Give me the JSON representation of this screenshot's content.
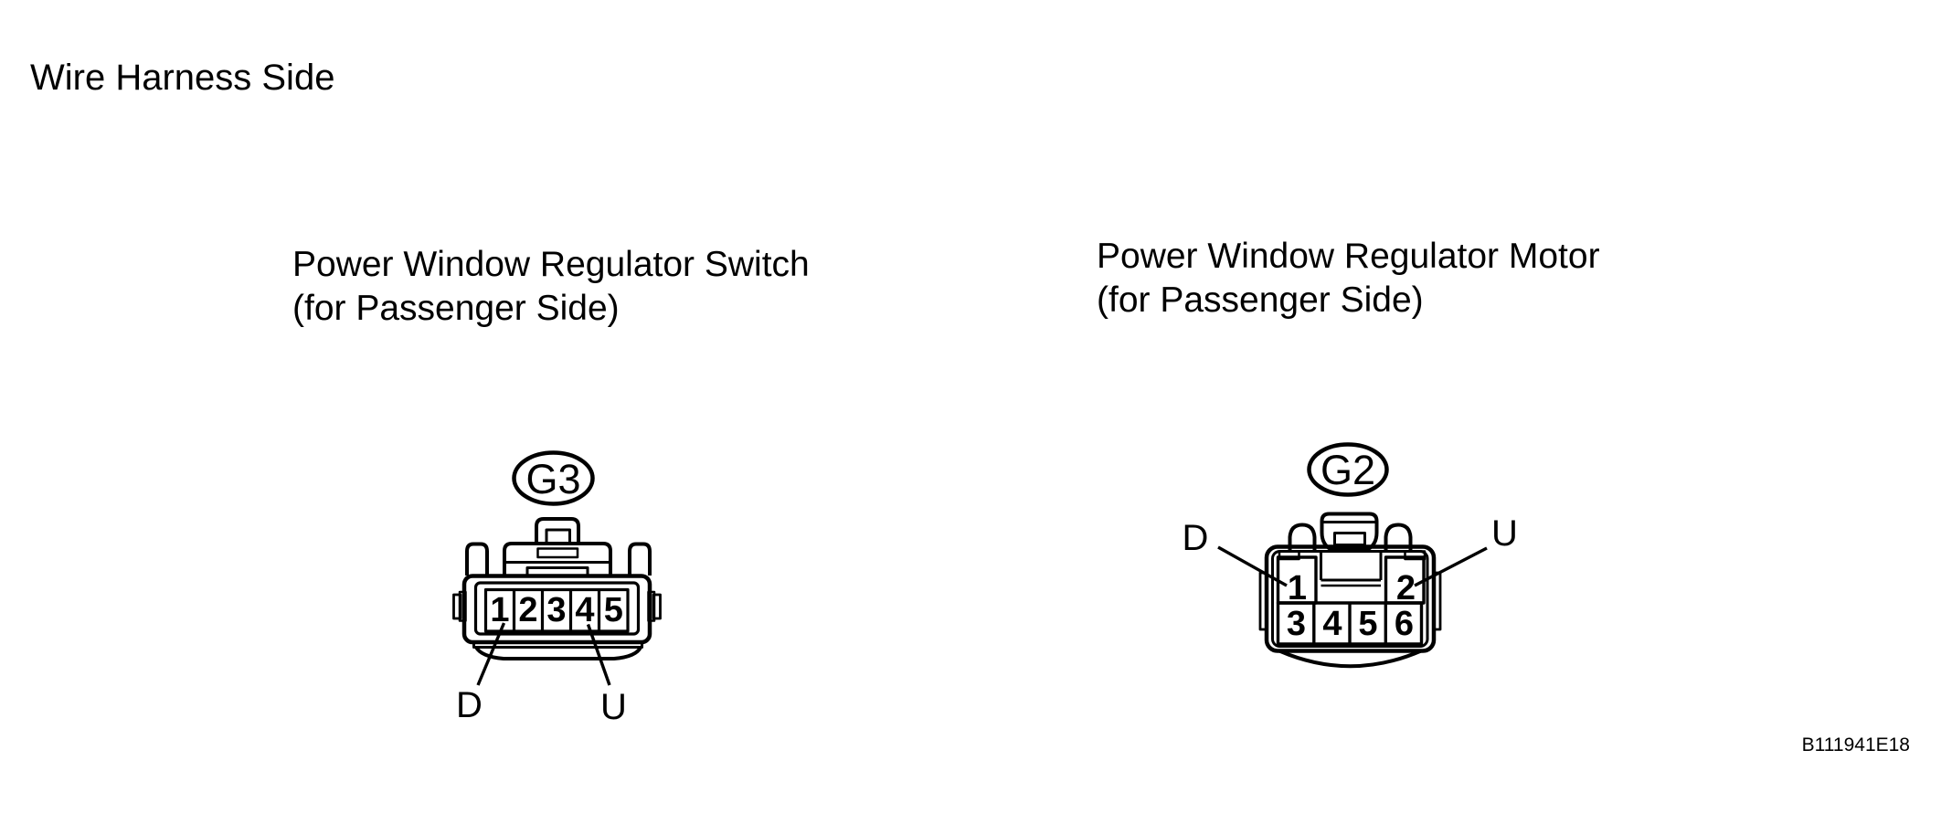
{
  "header": {
    "title": "Wire Harness Side"
  },
  "figure": {
    "code": "B111941E18"
  },
  "colors": {
    "ink": "#000000",
    "paper": "#ffffff"
  },
  "connectors": {
    "switch": {
      "code": "G3",
      "title_line1": "Power Window Regulator Switch",
      "title_line2": "(for Passenger Side)",
      "pins": [
        "1",
        "2",
        "3",
        "4",
        "5"
      ],
      "down_label": "D",
      "up_label": "U",
      "down_pin": "1",
      "up_pin": "4"
    },
    "motor": {
      "code": "G2",
      "title_line1": "Power Window Regulator Motor",
      "title_line2": "(for Passenger Side)",
      "pins_top": [
        "1",
        "2"
      ],
      "pins_bottom": [
        "3",
        "4",
        "5",
        "6"
      ],
      "down_label": "D",
      "up_label": "U",
      "down_pin": "1",
      "up_pin": "2"
    }
  }
}
